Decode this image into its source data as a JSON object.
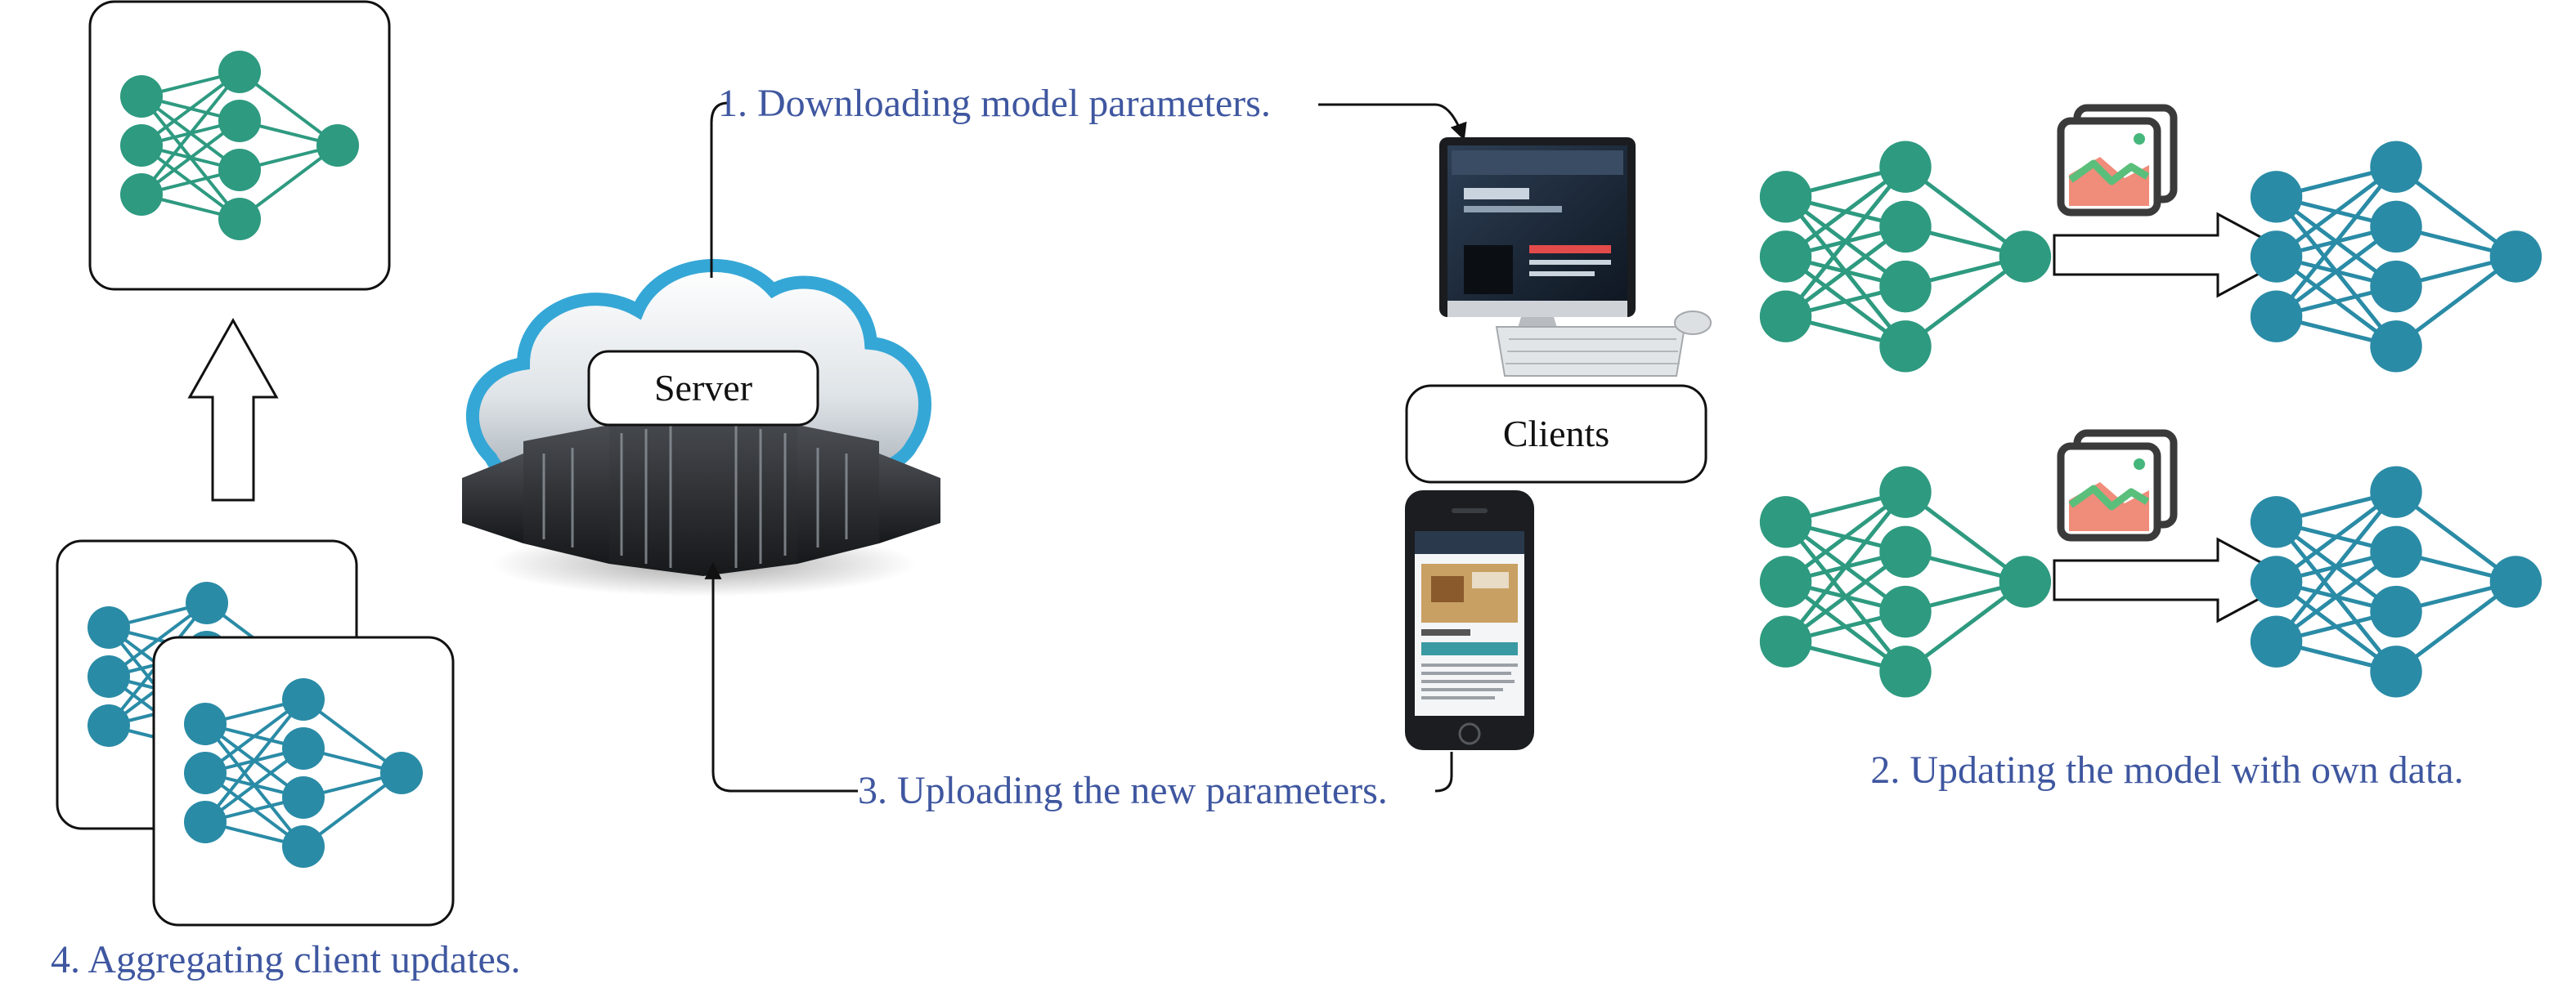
{
  "labels": {
    "server": "Server",
    "clients": "Clients",
    "step1": "1. Downloading model parameters.",
    "step2": "2. Updating the model with own data.",
    "step3": "3. Uploading the new parameters.",
    "step4": "4. Aggregating client updates."
  },
  "colors": {
    "step_text": "#3f57a0",
    "box_text": "#111111",
    "net_green": "#2e9a80",
    "net_teal": "#2a8ba6",
    "cloud_blue": "#35a7d6",
    "image_icon_frame": "#3a3a3a",
    "image_icon_mountain_back": "#f08c7a",
    "image_icon_mountain_front": "#5bbf7c",
    "image_icon_sun": "#46b77c"
  },
  "icons": [
    "neural-network-icon",
    "cloud-server-icon",
    "desktop-computer-icon",
    "smartphone-icon",
    "image-icon",
    "arrow-right-icon",
    "arrow-up-icon"
  ]
}
